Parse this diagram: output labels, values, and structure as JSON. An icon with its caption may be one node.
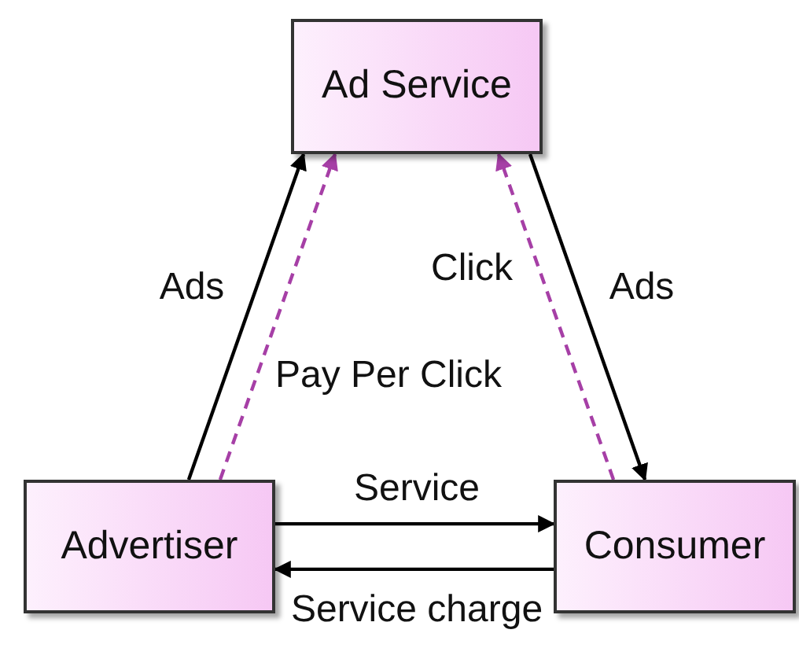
{
  "diagram": {
    "nodes": [
      {
        "text": [
          "Ad Service"
        ]
      },
      {
        "text": [
          "Advertiser"
        ]
      },
      {
        "text": [
          "Consumer"
        ]
      }
    ],
    "edges": [
      {
        "from": 1,
        "to": 0,
        "arrow": "to",
        "label": "Ads"
      },
      {
        "from": 1,
        "to": 0,
        "arrow": "to",
        "label": "Pay Per Click",
        "style": "dashed",
        "color": "#a63fa6"
      },
      {
        "from": 2,
        "to": 0,
        "arrow": "to",
        "label": "Click",
        "style": "dashed",
        "color": "#a63fa6"
      },
      {
        "from": 0,
        "to": 2,
        "arrow": "to",
        "label": "Ads"
      },
      {
        "from": 1,
        "to": 2,
        "arrow": "to",
        "label": "Service"
      },
      {
        "from": 2,
        "to": 1,
        "arrow": "to",
        "label": "Service charge"
      }
    ]
  }
}
